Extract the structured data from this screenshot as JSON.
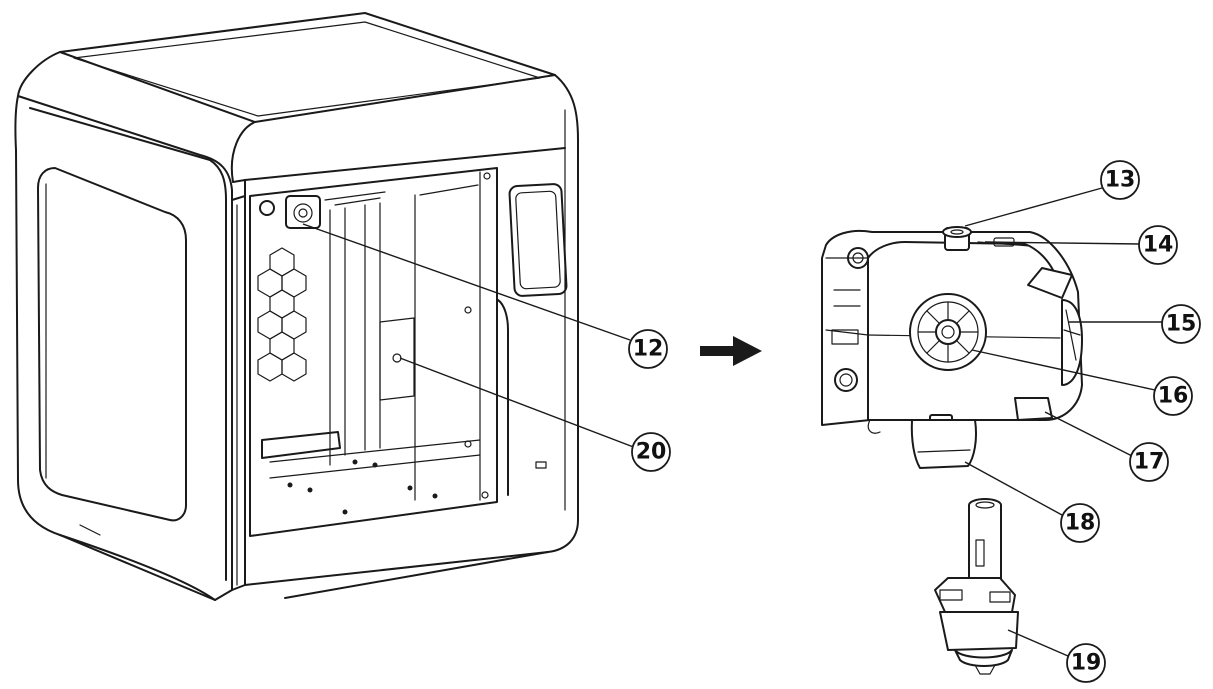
{
  "callouts": {
    "c12": "12",
    "c13": "13",
    "c14": "14",
    "c15": "15",
    "c16": "16",
    "c17": "17",
    "c18": "18",
    "c19": "19",
    "c20": "20"
  }
}
